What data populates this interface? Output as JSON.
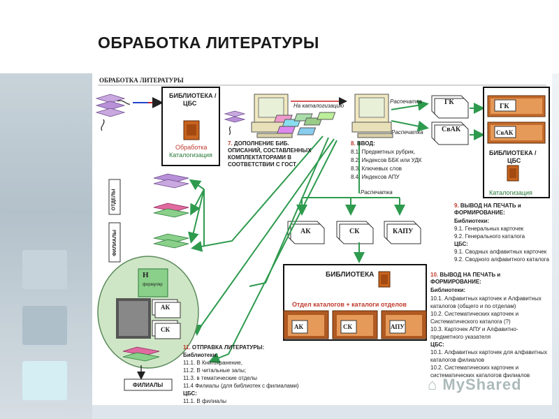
{
  "slide_title": "ОБРАБОТКА ЛИТЕРАТУРЫ",
  "diagram": {
    "title": "ОБРАБОТКА ЛИТЕРАТУРЫ",
    "library_cbs": {
      "title_line1": "БИБЛИОТЕКА /",
      "title_line2": "ЦБС",
      "line_red": "Обработка",
      "line_green": "Каталогизация"
    },
    "to_cataloging": "На каталогизацию",
    "step7": {
      "num": "7.",
      "line1": "ДОПОЛНЕНИЕ БИБ.",
      "line2": "ОПИСАНИЙ, СОСТАВЛЕННЫХ",
      "line3": "КОМПЛЕКТАТОРАМИ В",
      "line4": "СООТВЕТСТВИИ С ГОСТ"
    },
    "step8": {
      "num": "8.",
      "title": "ВВОД:",
      "items": [
        "8.1. Предметных рубрик,",
        "8.2. Индексов ББК или УДК",
        "8.3. Ключевых слов",
        "8.4. Индексов АПУ"
      ]
    },
    "print1": "Распечатка",
    "print2": "Распечатка",
    "print3": "Распечатка",
    "cards_gk": "ГК",
    "cards_svak": "СвАК",
    "right_box": {
      "gk": "ГК",
      "svak": "СвАК",
      "title_line1": "БИБЛИОТЕКА /",
      "title_line2": "ЦБС",
      "sub": "Каталогизация"
    },
    "step9": {
      "num": "9.",
      "title1": "ВЫВОД НА ПЕЧАТЬ и",
      "title2": "ФОРМИРОВАНИЕ:",
      "libs": "Библиотеки:",
      "items_libs": [
        "9.1. Генеральных карточек",
        "9.2. Генерального каталога"
      ],
      "cbs": "ЦБС:",
      "items_cbs": [
        "9.1. Сводных алфавитных карточек",
        "9.2. Сводного алфавитного каталога"
      ]
    },
    "cards_row": [
      "АК",
      "СК",
      "КАПУ"
    ],
    "side_labels": [
      "ОТДЕЛЫ",
      "ФИЛИАЛЫ"
    ],
    "library": {
      "title": "БИБЛИОТЕКА",
      "sub": "Отдел каталогов + каталоги отделов",
      "drawers": [
        "АК",
        "СК",
        "АПУ"
      ]
    },
    "step10": {
      "num": "10.",
      "title1": "ВЫВОД НА ПЕЧАТЬ и",
      "title2": "ФОРМИРОВАНИЕ:",
      "libs": "Библиотеки:",
      "items_libs": [
        "10.1. Алфавитных карточек и Алфавитных",
        "каталогов (общего и по отделам)",
        "10.2. Систематических карточек и",
        "Систематического каталога (?)",
        "10.3. Карточек АПУ и Алфавитно-",
        "предметного указателя"
      ],
      "cbs": "ЦБС:",
      "items_cbs": [
        "10.1. Алфавитных карточек для алфавитных",
        "каталогов филиалов",
        "10.2. Систематических карточек и",
        "систематических каталогов филиалов"
      ]
    },
    "oval": {
      "n": "Н",
      "formular": "формуляр",
      "ak": "АК",
      "sk": "СК",
      "label": "ФИЛИАЛЫ"
    },
    "step11": {
      "num": "11.",
      "title": "ОТПРАВКА ЛИТЕРАТУРЫ:",
      "libs": "Библиотеки:",
      "items_libs": [
        "11.1. В Книгохранение,",
        "11.2. В читальные залы;",
        "11.3. в тематические отделы",
        "11.4 Филиалы (для библиотек с филиалами)"
      ],
      "cbs": "ЦБС:",
      "items_cbs": [
        "11.1. В филиалы"
      ]
    }
  },
  "watermark": "MyShared",
  "colors": {
    "arrow": "#2e9a4e",
    "book": "#c8641e",
    "red_text": "#c0392b",
    "green_text": "#2a7a3a"
  }
}
